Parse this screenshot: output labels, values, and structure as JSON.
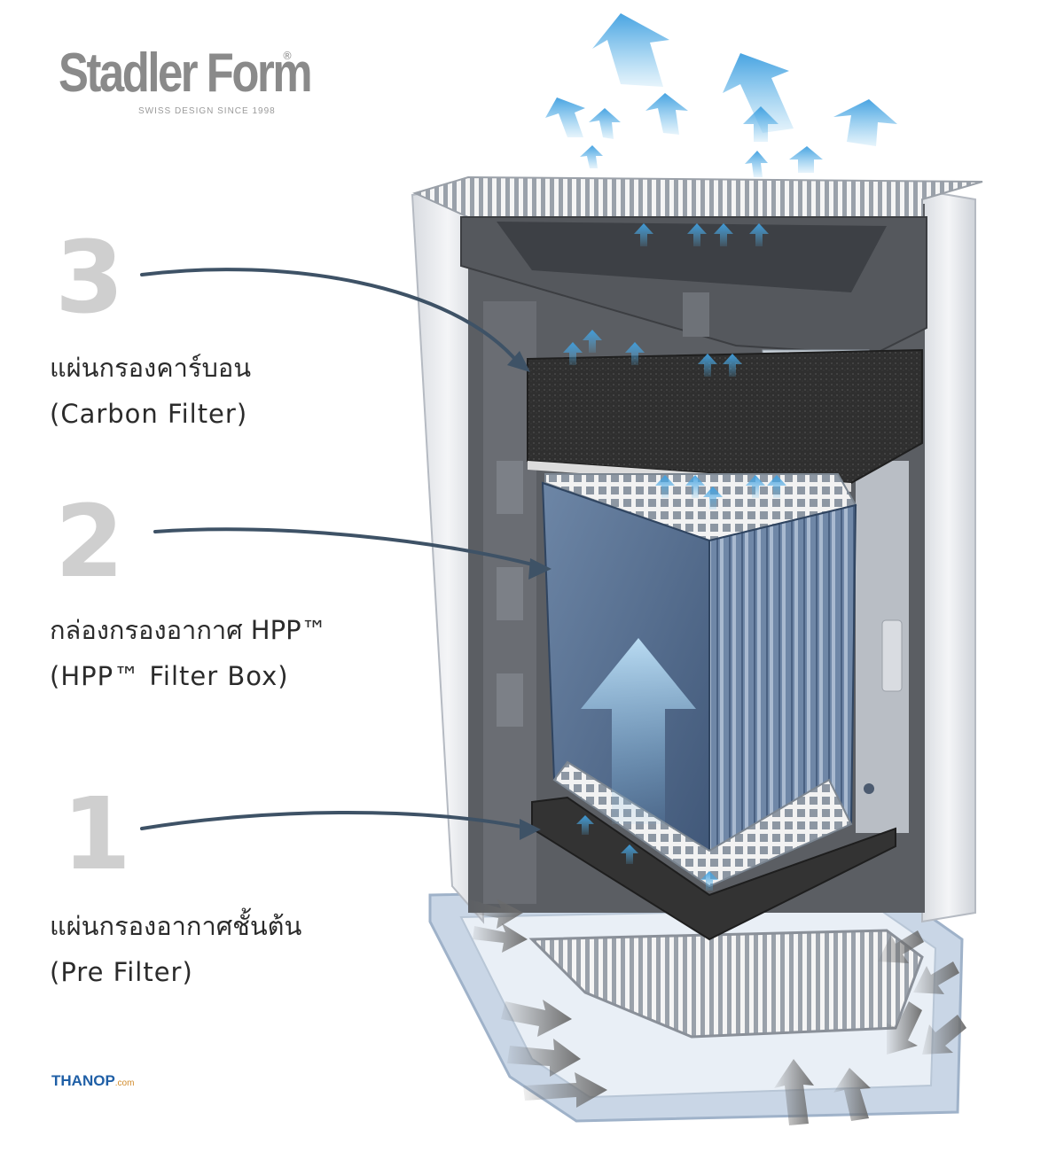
{
  "brand": {
    "name": "Stadler Form",
    "registered_mark": "®",
    "tagline": "SWISS DESIGN SINCE 1998"
  },
  "callouts": [
    {
      "number": "3",
      "label_th": "แผ่นกรองคาร์บอน",
      "label_en": "(Carbon Filter)"
    },
    {
      "number": "2",
      "label_th": "กล่องกรองอากาศ HPP™",
      "label_en": "(HPP™ Filter Box)"
    },
    {
      "number": "1",
      "label_th": "แผ่นกรองอากาศชั้นต้น",
      "label_en": "(Pre Filter)"
    }
  ],
  "watermark": {
    "main": "THANOP",
    "suffix": ".com"
  },
  "colors": {
    "number_gray": "#cfcfcf",
    "label_text": "#2b2b2b",
    "arrow_callout": "#3e5266",
    "airflow_clean": "#5ab4e8",
    "airflow_intake": "#7c7c7c",
    "filter_box": "#5a7496",
    "carbon": "#2e2e2e",
    "housing": "#e6e8ec"
  },
  "icons": {
    "clean_air": "arrow-up-icon",
    "intake_air": "arrow-inward-icon"
  }
}
